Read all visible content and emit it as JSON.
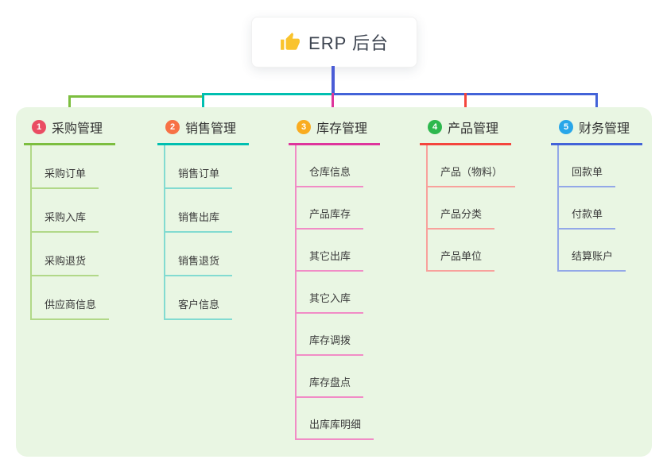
{
  "root": {
    "icon": "thumbs-up-icon",
    "label": "ERP 后台"
  },
  "colors": {
    "page_bg": "#ffffff",
    "panel_bg": "#e9f6e3",
    "root_stub": "#4a5cd6",
    "header_text": "#333333",
    "child_text": "#3b3b3b"
  },
  "branches": [
    {
      "num": "1",
      "label": "采购管理",
      "badge_color": "#ea4d63",
      "main_color": "#7cbe3f",
      "light_color": "#b1d888",
      "children": [
        "采购订单",
        "采购入库",
        "采购退货",
        "供应商信息"
      ]
    },
    {
      "num": "2",
      "label": "销售管理",
      "badge_color": "#f77145",
      "main_color": "#00bfb0",
      "light_color": "#82dbd1",
      "children": [
        "销售订单",
        "销售出库",
        "销售退货",
        "客户信息"
      ]
    },
    {
      "num": "3",
      "label": "库存管理",
      "badge_color": "#f9ac20",
      "main_color": "#de359c",
      "light_color": "#f18cc6",
      "children": [
        "仓库信息",
        "产品库存",
        "其它出库",
        "其它入库",
        "库存调拨",
        "库存盘点",
        "出库库明细"
      ]
    },
    {
      "num": "4",
      "label": "产品管理",
      "badge_color": "#2eb84e",
      "main_color": "#f4453d",
      "light_color": "#f8a19c",
      "children": [
        "产品（物料）",
        "产品分类",
        "产品单位"
      ]
    },
    {
      "num": "5",
      "label": "财务管理",
      "badge_color": "#29a6e9",
      "main_color": "#4363d8",
      "light_color": "#93a8e8",
      "children": [
        "回款单",
        "付款单",
        "结算账户"
      ]
    }
  ]
}
